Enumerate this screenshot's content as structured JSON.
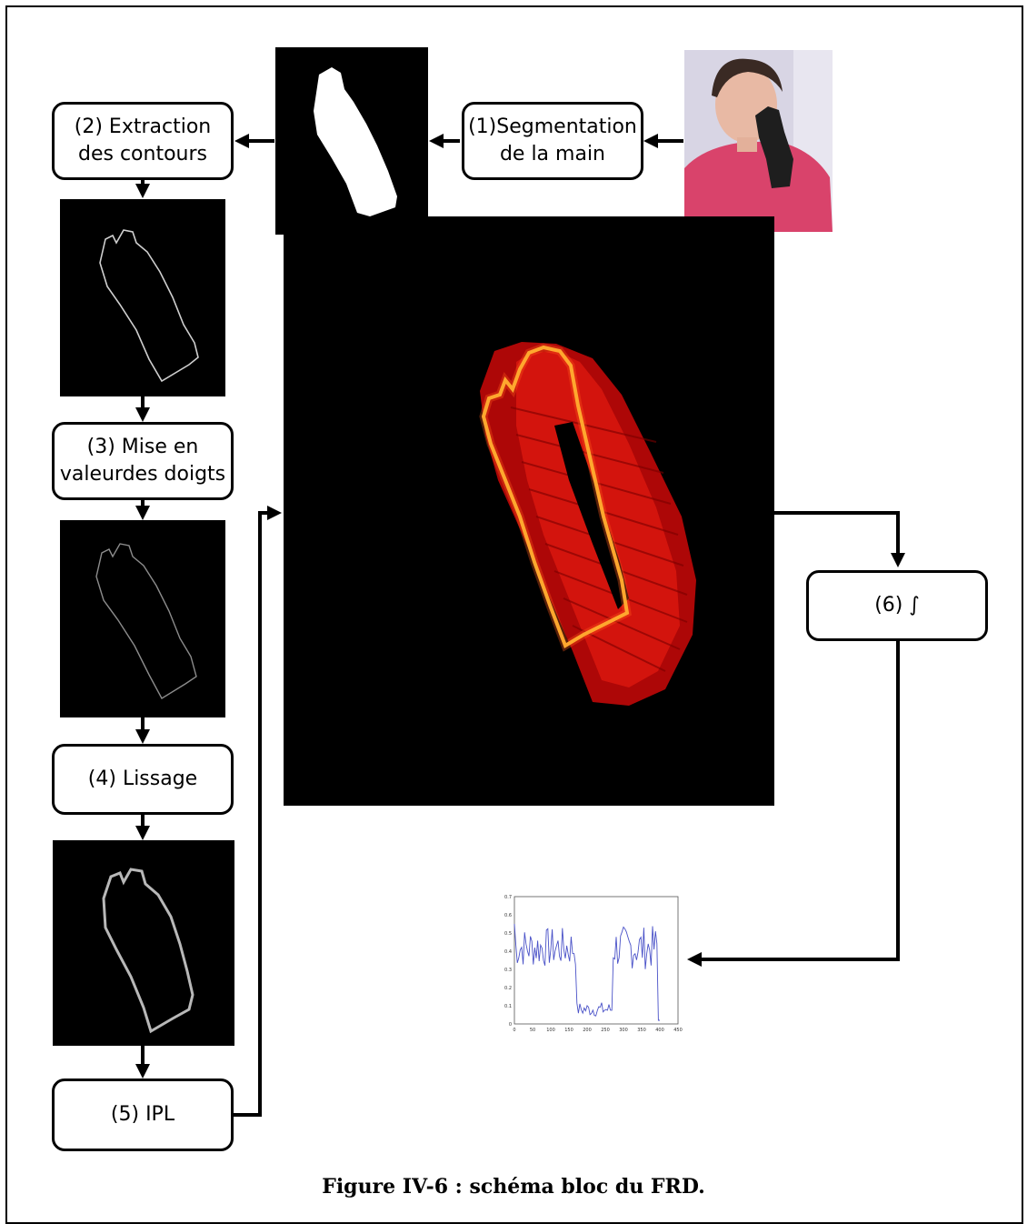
{
  "steps": {
    "s1": "(1)Segmentation\nde la main",
    "s2": "(2) Extraction\ndes contours",
    "s3": "(3) Mise en\nvaleurdes doigts",
    "s4": "(4) Lissage",
    "s5": "(5)   IPL",
    "s6": "(6)   ∫"
  },
  "caption": "Figure IV-6 : schéma bloc du FRD.",
  "plot": {
    "yticks": [
      "0",
      "0.1",
      "0.2",
      "0.3",
      "0.4",
      "0.5",
      "0.6",
      "0.7"
    ],
    "xticks": [
      "0",
      "50",
      "100",
      "150",
      "200",
      "250",
      "300",
      "350",
      "400",
      "450"
    ],
    "xlim": [
      0,
      450
    ],
    "ylim": [
      0,
      0.7
    ]
  },
  "colors": {
    "frd_red": "#e01010",
    "frd_glow": "#ffd23a",
    "signal": "#4a52c8"
  }
}
